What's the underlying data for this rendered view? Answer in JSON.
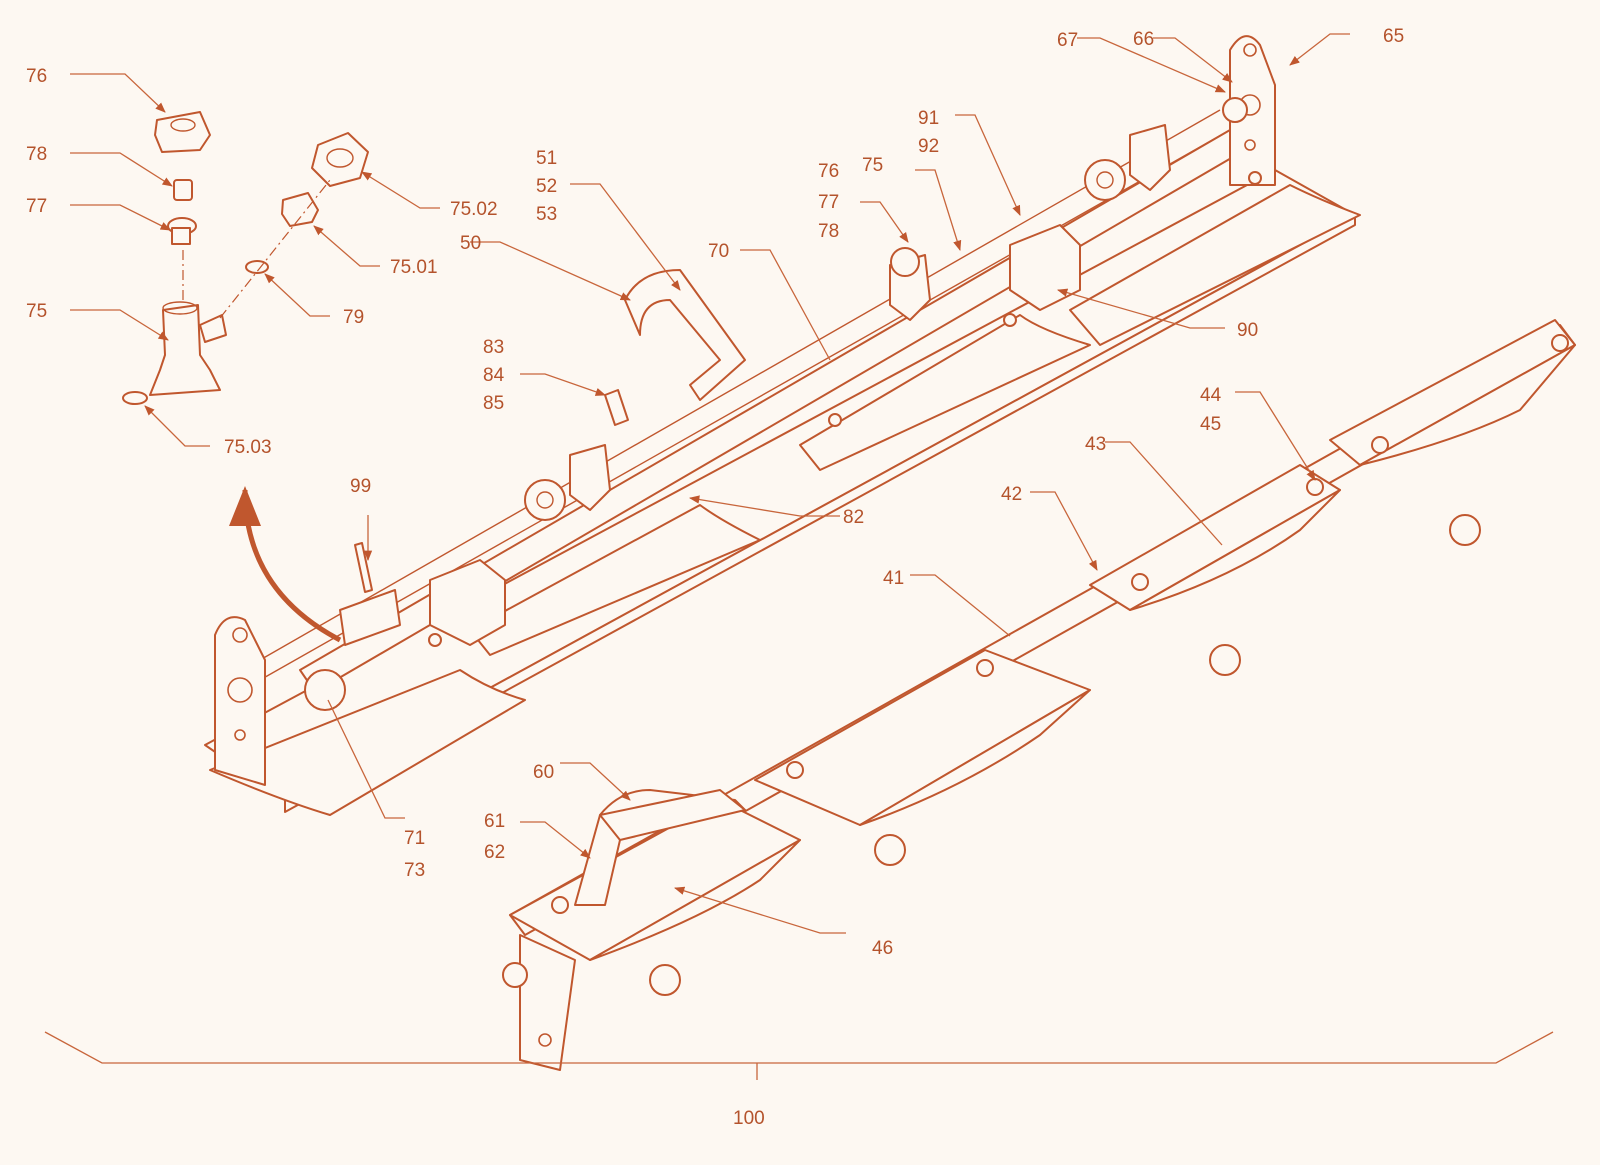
{
  "colors": {
    "line": "#c0572e",
    "label": "#b4532c",
    "background": "#fdf8f2"
  },
  "labels": {
    "l76a": "76",
    "l78a": "78",
    "l77a": "77",
    "l75a": "75",
    "l7503": "75.03",
    "l7502": "75.02",
    "l7501": "75.01",
    "l79": "79",
    "l51": "51",
    "l52": "52",
    "l53": "53",
    "l50": "50",
    "l70": "70",
    "l83": "83",
    "l84": "84",
    "l85": "85",
    "l99": "99",
    "l82": "82",
    "l71": "71",
    "l73": "73",
    "l76b": "76",
    "l77b": "77",
    "l78b": "78",
    "l75b": "75",
    "l91": "91",
    "l92": "92",
    "l90": "90",
    "l67": "67",
    "l66": "66",
    "l65": "65",
    "l44": "44",
    "l45": "45",
    "l43": "43",
    "l42": "42",
    "l41": "41",
    "l60": "60",
    "l61": "61",
    "l62": "62",
    "l46": "46",
    "l100": "100"
  }
}
